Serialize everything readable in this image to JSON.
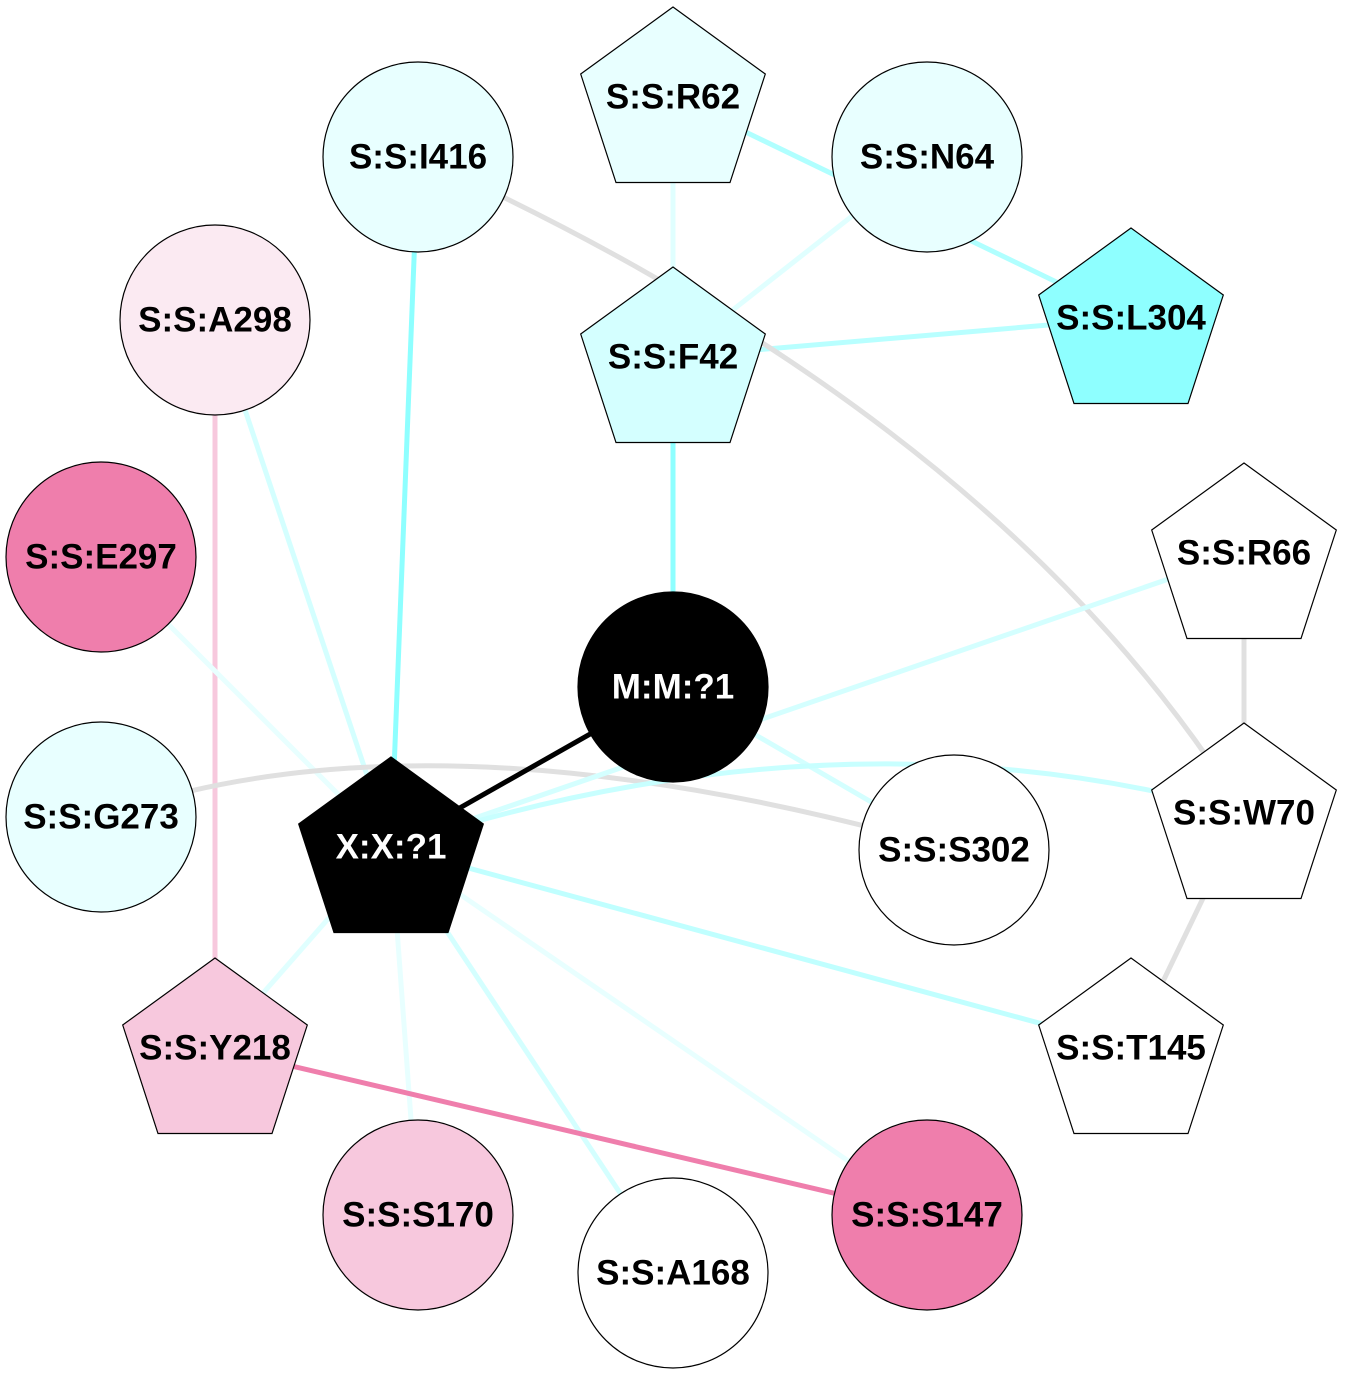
{
  "nodes": [
    {
      "id": "R62",
      "label": "S:S:R62",
      "shape": "pentagon",
      "fill": "#e8ffff",
      "text": "#000000"
    },
    {
      "id": "N64",
      "label": "S:S:N64",
      "shape": "circle",
      "fill": "#e8ffff",
      "text": "#000000"
    },
    {
      "id": "I416",
      "label": "S:S:I416",
      "shape": "circle",
      "fill": "#e8ffff",
      "text": "#000000"
    },
    {
      "id": "A298",
      "label": "S:S:A298",
      "shape": "circle",
      "fill": "#fbeaf2",
      "text": "#000000"
    },
    {
      "id": "F42",
      "label": "S:S:F42",
      "shape": "pentagon",
      "fill": "#d4ffff",
      "text": "#000000"
    },
    {
      "id": "L304",
      "label": "S:S:L304",
      "shape": "pentagon",
      "fill": "#8effff",
      "text": "#000000"
    },
    {
      "id": "E297",
      "label": "S:S:E297",
      "shape": "circle",
      "fill": "#ef7eac",
      "text": "#000000"
    },
    {
      "id": "R66",
      "label": "S:S:R66",
      "shape": "pentagon",
      "fill": "#ffffff",
      "text": "#000000"
    },
    {
      "id": "M1",
      "label": "M:M:?1",
      "shape": "circle",
      "fill": "#000000",
      "text": "#ffffff"
    },
    {
      "id": "G273",
      "label": "S:S:G273",
      "shape": "circle",
      "fill": "#e8ffff",
      "text": "#000000"
    },
    {
      "id": "X1",
      "label": "X:X:?1",
      "shape": "pentagon",
      "fill": "#000000",
      "text": "#ffffff"
    },
    {
      "id": "S302",
      "label": "S:S:S302",
      "shape": "circle",
      "fill": "#ffffff",
      "text": "#000000"
    },
    {
      "id": "W70",
      "label": "S:S:W70",
      "shape": "pentagon",
      "fill": "#ffffff",
      "text": "#000000"
    },
    {
      "id": "Y218",
      "label": "S:S:Y218",
      "shape": "pentagon",
      "fill": "#f7c8dd",
      "text": "#000000"
    },
    {
      "id": "T145",
      "label": "S:S:T145",
      "shape": "pentagon",
      "fill": "#ffffff",
      "text": "#000000"
    },
    {
      "id": "S170",
      "label": "S:S:S170",
      "shape": "circle",
      "fill": "#f7c8dd",
      "text": "#000000"
    },
    {
      "id": "A168",
      "label": "S:S:A168",
      "shape": "circle",
      "fill": "#ffffff",
      "text": "#000000"
    },
    {
      "id": "S147",
      "label": "S:S:S147",
      "shape": "circle",
      "fill": "#ef7eac",
      "text": "#000000"
    }
  ],
  "edges": [
    {
      "from": "R62",
      "to": "F42",
      "color": "#e0ffff"
    },
    {
      "from": "R62",
      "to": "L304",
      "color": "#b0ffff"
    },
    {
      "from": "N64",
      "to": "F42",
      "color": "#e0ffff"
    },
    {
      "from": "F42",
      "to": "L304",
      "color": "#b8ffff"
    },
    {
      "from": "F42",
      "to": "M1",
      "color": "#8effff"
    },
    {
      "from": "I416",
      "to": "X1",
      "color": "#8effff"
    },
    {
      "from": "I416",
      "to": "W70",
      "color": "#e0e0e0",
      "curve": true
    },
    {
      "from": "A298",
      "to": "Y218",
      "color": "#f7c8dd"
    },
    {
      "from": "A298",
      "to": "X1",
      "color": "#d4ffff"
    },
    {
      "from": "E297",
      "to": "X1",
      "color": "#e8ffff"
    },
    {
      "from": "G273",
      "to": "S302",
      "color": "#e0e0e0",
      "curve": true
    },
    {
      "from": "M1",
      "to": "X1",
      "color": "#000000"
    },
    {
      "from": "M1",
      "to": "S302",
      "color": "#d4ffff"
    },
    {
      "from": "X1",
      "to": "R66",
      "color": "#d4ffff"
    },
    {
      "from": "X1",
      "to": "W70",
      "color": "#c8ffff",
      "curve": true
    },
    {
      "from": "X1",
      "to": "T145",
      "color": "#c0ffff"
    },
    {
      "from": "X1",
      "to": "Y218",
      "color": "#e0ffff"
    },
    {
      "from": "X1",
      "to": "S170",
      "color": "#e8ffff"
    },
    {
      "from": "X1",
      "to": "A168",
      "color": "#d4ffff"
    },
    {
      "from": "X1",
      "to": "S147",
      "color": "#e8ffff"
    },
    {
      "from": "R66",
      "to": "W70",
      "color": "#e0e0e0"
    },
    {
      "from": "W70",
      "to": "T145",
      "color": "#e0e0e0"
    },
    {
      "from": "Y218",
      "to": "S147",
      "color": "#ef7eac"
    }
  ]
}
